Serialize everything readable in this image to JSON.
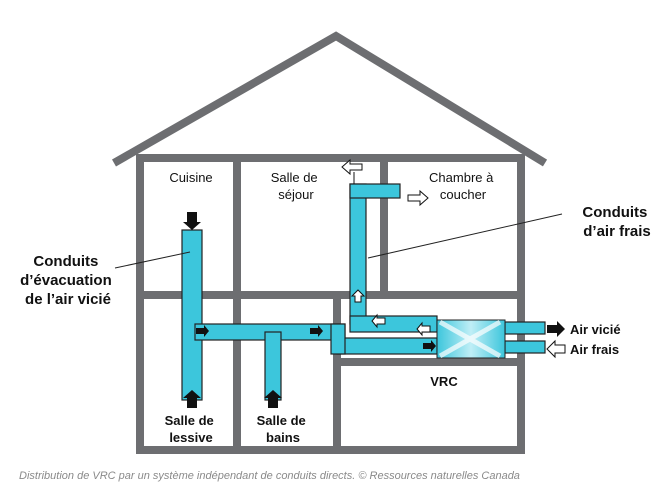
{
  "rooms": {
    "kitchen": [
      "Cuisine"
    ],
    "living": [
      "Salle de",
      "séjour"
    ],
    "bedroom": [
      "Chambre à",
      "coucher"
    ],
    "laundry": [
      "Salle de",
      "lessive"
    ],
    "bathroom": [
      "Salle de",
      "bains"
    ]
  },
  "callouts": {
    "exhaust": [
      "Conduits",
      "d’évacuation",
      "de l’air vicié"
    ],
    "fresh": [
      "Conduits",
      "d’air frais"
    ]
  },
  "legend": {
    "stale": "Air vicié",
    "fresh": "Air frais"
  },
  "unit_label": "VRC",
  "caption": "Distribution de VRC par un système indépendant de conduits directs. © Ressources naturelles Canada",
  "colors": {
    "wall": "#6d6e71",
    "duct": "#3cc6dc",
    "duct_outline": "#222222",
    "text": "#111111",
    "caption": "#8a8a8a"
  }
}
